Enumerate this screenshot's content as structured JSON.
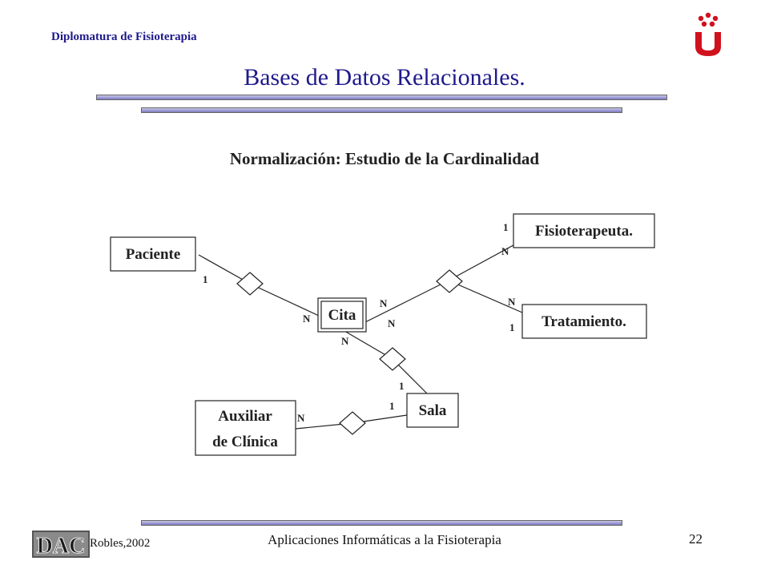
{
  "header": {
    "program": "Diplomatura de Fisioterapia",
    "title": "Bases de Datos Relacionales."
  },
  "diagram": {
    "subtitle": "Normalización: Estudio de la Cardinalidad",
    "entities": {
      "paciente": "Paciente",
      "cita": "Cita",
      "fisioterapeuta": "Fisioterapeuta.",
      "tratamiento": "Tratamiento.",
      "sala": "Sala",
      "auxiliar_line1": "Auxiliar",
      "auxiliar_line2": "de Clínica"
    },
    "cardinalities": {
      "paciente_side": "1",
      "cita_paciente_side": "N",
      "cita_right_upper": "N",
      "cita_right_lower": "N",
      "fisio_top": "1",
      "fisio_below": "N",
      "trat_upper": "N",
      "trat_lower": "1",
      "cita_bottom": "N",
      "sala_top": "1",
      "sala_left": "1",
      "auxiliar_right": "N"
    }
  },
  "footer": {
    "author": "Robles,2002",
    "course": "Aplicaciones Informáticas a la Fisioterapia",
    "page_number": "22",
    "dac_logo_text": "DAC"
  },
  "colors": {
    "title_blue": "#1f1a8c",
    "accent_red": "#d0111e"
  }
}
